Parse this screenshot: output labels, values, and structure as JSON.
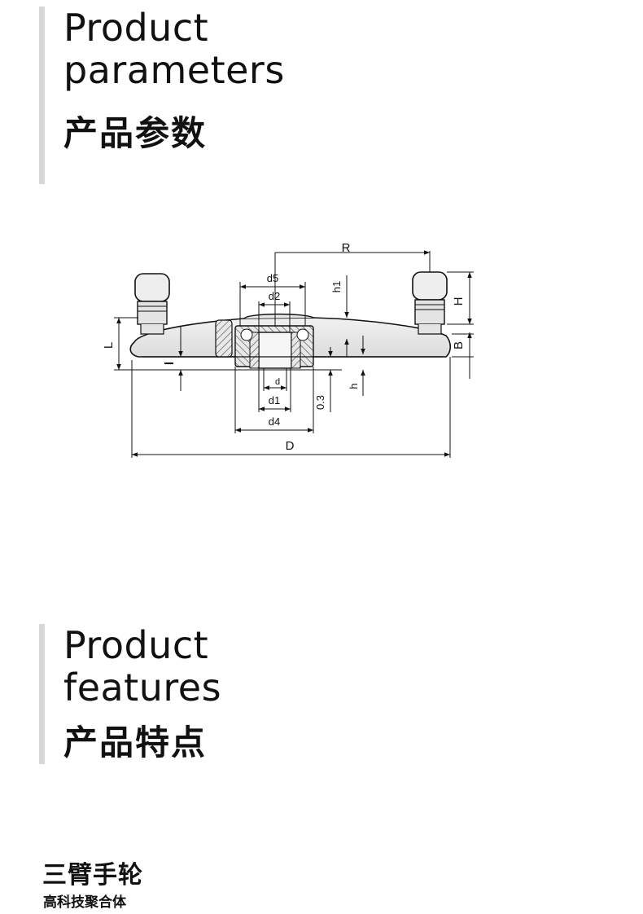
{
  "params_section": {
    "title_line1": "Product",
    "title_line2": "parameters",
    "title_cn": "产品参数"
  },
  "features_section": {
    "title_line1": "Product",
    "title_line2": "features",
    "title_cn": "产品特点"
  },
  "drawing": {
    "labels": {
      "R": "R",
      "d5": "d5",
      "d2": "d2",
      "h1": "h1",
      "H": "H",
      "L": "L",
      "B": "B",
      "l": "l",
      "d": "d",
      "d1": "d1",
      "d4": "d4",
      "h": "h",
      "gap": "0.3",
      "D": "D"
    }
  },
  "footer": {
    "product_name": "三臂手轮",
    "company": "高科技聚合体"
  }
}
